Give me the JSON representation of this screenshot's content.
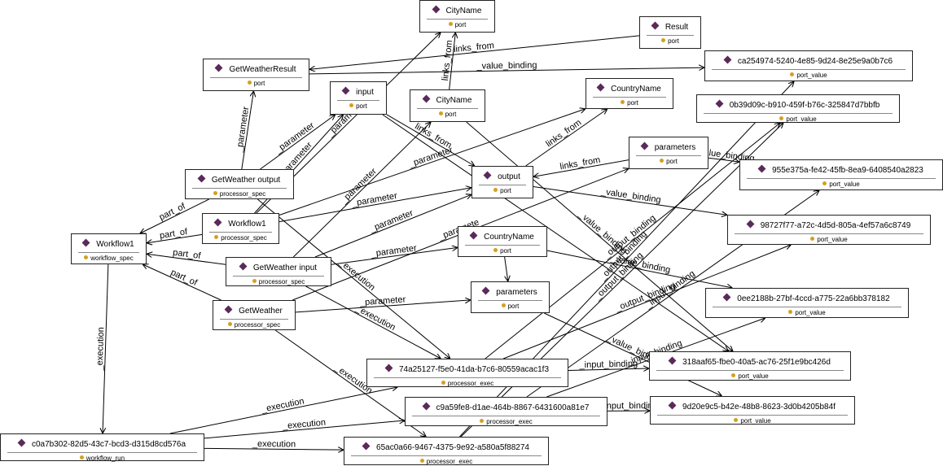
{
  "nodes": [
    {
      "id": "cityname_top",
      "title": "CityName",
      "sub": "port"
    },
    {
      "id": "result",
      "title": "Result",
      "sub": "port"
    },
    {
      "id": "getweatherresult",
      "title": "GetWeatherResult",
      "sub": "port"
    },
    {
      "id": "ca25",
      "title": "ca254974-5240-4e85-9d24-8e25e9a0b7c6",
      "sub": "port_value"
    },
    {
      "id": "input",
      "title": "input",
      "sub": "port"
    },
    {
      "id": "cityname_mid",
      "title": "CityName",
      "sub": "port"
    },
    {
      "id": "countryname_top",
      "title": "CountryName",
      "sub": "port"
    },
    {
      "id": "0b39",
      "title": "0b39d09c-b910-459f-b76c-325847d7bbfb",
      "sub": "port_value"
    },
    {
      "id": "parameters_top",
      "title": "parameters",
      "sub": "port"
    },
    {
      "id": "gw_output",
      "title": "GetWeather output",
      "sub": "processor_spec"
    },
    {
      "id": "output",
      "title": "output",
      "sub": "port"
    },
    {
      "id": "955e",
      "title": "955e375a-fe42-45fb-8ea9-6408540a2823",
      "sub": "port_value"
    },
    {
      "id": "workflow1_spec",
      "title": "Workflow1",
      "sub": "processor_spec"
    },
    {
      "id": "9872",
      "title": "98727f77-a72c-4d5d-805a-4ef57a6c8749",
      "sub": "port_value"
    },
    {
      "id": "workflow1_wf",
      "title": "Workflow1",
      "sub": "workflow_spec"
    },
    {
      "id": "countryname_mid",
      "title": "CountryName",
      "sub": "port"
    },
    {
      "id": "gw_input",
      "title": "GetWeather input",
      "sub": "processor_spec"
    },
    {
      "id": "parameters_mid",
      "title": "parameters",
      "sub": "port"
    },
    {
      "id": "0ee2",
      "title": "0ee2188b-27bf-4ccd-a775-22a6bb378182",
      "sub": "port_value"
    },
    {
      "id": "getweather",
      "title": "GetWeather",
      "sub": "processor_spec"
    },
    {
      "id": "74a2",
      "title": "74a25127-f5e0-41da-b7c6-80559acac1f3",
      "sub": "processor_exec"
    },
    {
      "id": "318a",
      "title": "318aaf65-fbe0-40a5-ac76-25f1e9bc426d",
      "sub": "port_value"
    },
    {
      "id": "c9a5",
      "title": "c9a59fe8-d1ae-464b-8867-6431600a81e7",
      "sub": "processor_exec"
    },
    {
      "id": "9d20",
      "title": "9d20e9c5-b42e-48b8-8623-3d0b4205b84f",
      "sub": "port_value"
    },
    {
      "id": "c0a7",
      "title": "c0a7b302-82d5-43c7-bcd3-d315d8cd576a",
      "sub": "workflow_run"
    },
    {
      "id": "65ac",
      "title": "65ac0a66-9467-4375-9e92-a580a5f88274",
      "sub": "processor_exec"
    }
  ],
  "edges": [
    {
      "from": "result",
      "to": "getweatherresult",
      "label": "links_from"
    },
    {
      "from": "getweatherresult",
      "to": "ca25",
      "label": "_value_binding"
    },
    {
      "from": "cityname_mid",
      "to": "cityname_top",
      "label": "links_from"
    },
    {
      "from": "gw_output",
      "to": "getweatherresult",
      "label": "_parameter"
    },
    {
      "from": "gw_output",
      "to": "input",
      "label": "_parameter"
    },
    {
      "from": "workflow1_spec",
      "to": "input",
      "label": "_parameter"
    },
    {
      "from": "gw_output",
      "to": "workflow1_wf",
      "label": "part_of"
    },
    {
      "from": "workflow1_spec",
      "to": "workflow1_wf",
      "label": "part_of"
    },
    {
      "from": "gw_input",
      "to": "workflow1_wf",
      "label": "part_of"
    },
    {
      "from": "getweather",
      "to": "workflow1_wf",
      "label": "part_of"
    },
    {
      "from": "workflow1_spec",
      "to": "countryname_top",
      "label": "_parameter"
    },
    {
      "from": "workflow1_spec",
      "to": "cityname_top",
      "label": "_parameter"
    },
    {
      "from": "workflow1_spec",
      "to": "output",
      "label": "_parameter"
    },
    {
      "from": "gw_input",
      "to": "cityname_mid",
      "label": "_parameter"
    },
    {
      "from": "gw_input",
      "to": "output",
      "label": "_parameter"
    },
    {
      "from": "gw_input",
      "to": "countryname_mid",
      "label": "_parameter"
    },
    {
      "from": "getweather",
      "to": "parameters_mid",
      "label": "_parameter"
    },
    {
      "from": "getweather",
      "to": "parameters_top",
      "label": "_paramete"
    },
    {
      "from": "parameters_top",
      "to": "output",
      "label": "links_from"
    },
    {
      "from": "output",
      "to": "countryname_top",
      "label": "links_from"
    },
    {
      "from": "input",
      "to": "output",
      "label": "links_from"
    },
    {
      "from": "parameters_top",
      "to": "955e",
      "label": "_value_binding"
    },
    {
      "from": "output",
      "to": "9872",
      "label": "_value_binding"
    },
    {
      "from": "countryname_mid",
      "to": "parameters_mid",
      "label": ""
    },
    {
      "from": "countryname_mid",
      "to": "0ee2",
      "label": "_value_binding"
    },
    {
      "from": "workflow1_wf",
      "to": "c0a7",
      "label": "_execution"
    },
    {
      "from": "gw_output",
      "to": "74a2",
      "label": "_execution"
    },
    {
      "from": "gw_input",
      "to": "74a2",
      "label": "_execution"
    },
    {
      "from": "getweather",
      "to": "65ac",
      "label": "_execution"
    },
    {
      "from": "c0a7",
      "to": "74a2",
      "label": "_execution"
    },
    {
      "from": "c0a7",
      "to": "c9a5",
      "label": "_execution"
    },
    {
      "from": "c0a7",
      "to": "65ac",
      "label": "_execution"
    },
    {
      "from": "74a2",
      "to": "318a",
      "label": "_input_binding"
    },
    {
      "from": "c9a5",
      "to": "9d20",
      "label": "_input_binding"
    },
    {
      "from": "74a2",
      "to": "9872",
      "label": "_output_binding"
    },
    {
      "from": "74a2",
      "to": "0b39",
      "label": "_output_binding"
    },
    {
      "from": "65ac",
      "to": "0b39",
      "label": "_output_binding"
    },
    {
      "from": "c9a5",
      "to": "955e",
      "label": "_input_binding"
    },
    {
      "from": "c9a5",
      "to": "0ee2",
      "label": "_input_binding"
    },
    {
      "from": "65ac",
      "to": "ca25",
      "label": "_output_binding"
    },
    {
      "from": "cityname_mid",
      "to": "318a",
      "label": "_value_binding"
    },
    {
      "from": "parameters_mid",
      "to": "9d20",
      "label": "_value_binding"
    },
    {
      "from": "input",
      "to": "318a",
      "label": ""
    }
  ]
}
